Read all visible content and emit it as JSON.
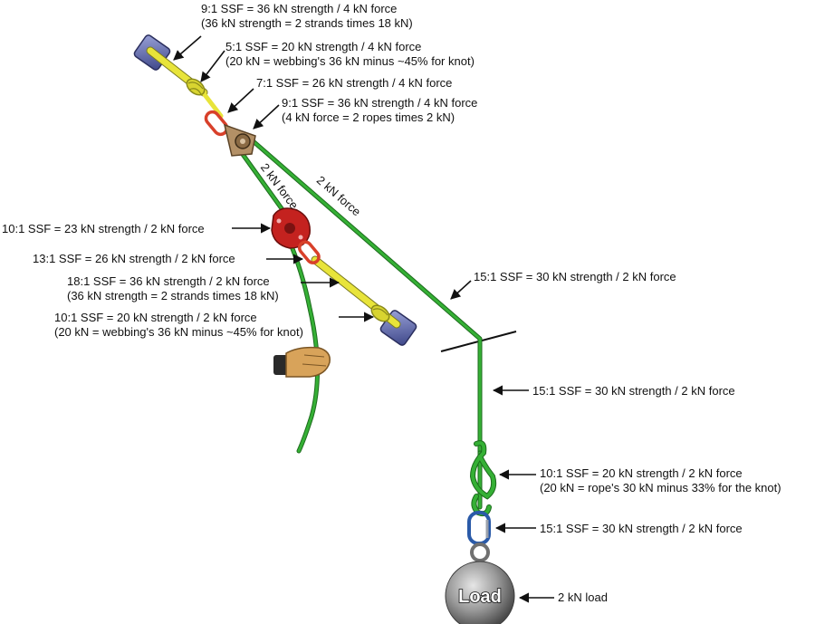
{
  "annotations": {
    "anchor_top_webbing": {
      "line1": "9:1 SSF = 36 kN strength / 4 kN force",
      "line2": "(36 kN strength = 2 strands times 18 kN)"
    },
    "anchor_top_knot": {
      "line1": "5:1 SSF = 20 kN strength / 4 kN force",
      "line2": "(20 kN = webbing's 36 kN minus ~45% for knot)"
    },
    "top_carabiner": {
      "line1": "7:1 SSF = 26 kN strength / 4 kN force"
    },
    "top_pulley": {
      "line1": "9:1 SSF = 36 kN strength / 4 kN force",
      "line2": "(4 kN force = 2 ropes times 2 kN)"
    },
    "belay_device": {
      "line1": "10:1 SSF = 23 kN strength / 2 kN force"
    },
    "lower_carabiner": {
      "line1": "13:1 SSF = 26 kN strength / 2 kN force"
    },
    "lower_webbing": {
      "line1": "18:1 SSF = 36 kN strength / 2 kN force",
      "line2": "(36 kN strength = 2 strands times 18 kN)"
    },
    "lower_knot": {
      "line1": "10:1 SSF = 20 kN strength / 2 kN force",
      "line2": "(20 kN = webbing's 36 kN minus ~45% for knot)"
    },
    "rope_diagonal": {
      "line1": "15:1 SSF = 30 kN strength / 2 kN force"
    },
    "rope_vertical": {
      "line1": "15:1 SSF = 30 kN strength / 2 kN force"
    },
    "figure8_knot": {
      "line1": "10:1 SSF = 20 kN strength / 2 kN force",
      "line2": "(20 kN = rope's 30 kN minus 33% for the knot)"
    },
    "bottom_carabiner": {
      "line1": "15:1 SSF = 30 kN strength / 2 kN force"
    },
    "load": {
      "line1": "2 kN load"
    }
  },
  "rope_labels": {
    "inner": "2 kN force",
    "outer": "2 kN force"
  },
  "load_weight": {
    "text": "Load"
  },
  "colors": {
    "rope_green": "#2f9e2f",
    "webbing_yellow": "#e8e43a",
    "carabiner_red": "#d8402a",
    "belay_red": "#c4221f",
    "pulley_brown": "#9a7a55",
    "anchor_blue": "#5a64a8",
    "carabiner_blue": "#2a5aa8",
    "load_gray": "#8a8a8a"
  }
}
